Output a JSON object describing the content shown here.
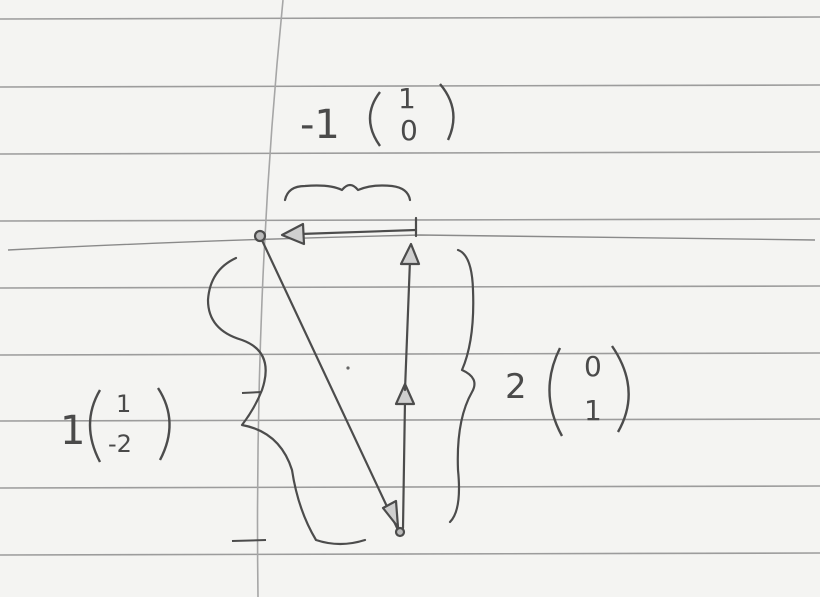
{
  "page": {
    "paper_color": "#f4f4f2",
    "rule_color": "#9a9a9a",
    "margin_color": "#a8a8a8",
    "ink_color": "#4a4a4a"
  },
  "vectors": [
    {
      "id": "top",
      "coefficient": "-1",
      "components": [
        "1",
        "0"
      ],
      "direction": "left"
    },
    {
      "id": "right",
      "coefficient": "2",
      "components": [
        "0",
        "1"
      ],
      "direction": "up"
    },
    {
      "id": "left",
      "coefficient": "1",
      "components": [
        "1",
        "-2"
      ],
      "direction": "down-right"
    }
  ],
  "tick_marks": [
    "-",
    "-"
  ]
}
